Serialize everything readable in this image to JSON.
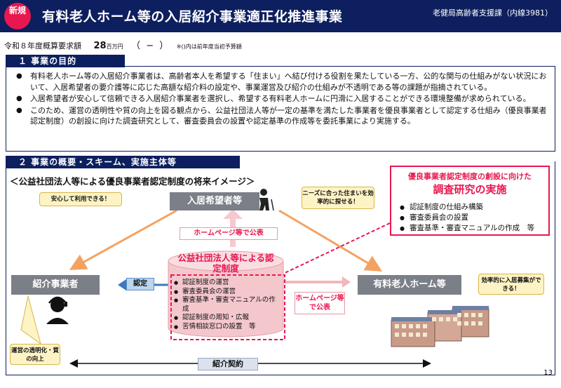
{
  "header": {
    "badge": "新規",
    "title": "有料老人ホーム等の入居紹介事業適正化推進事業",
    "department": "老健局高齢者支援課（内線3981）"
  },
  "budget": {
    "label": "令和８年度概算要求額",
    "amount": "28",
    "unit": "百万円",
    "previous": "（ − ）",
    "note": "※()内は前年度当初予算額"
  },
  "section1": {
    "heading": "１ 事業の目的",
    "bullets": [
      "有料老人ホーム等の入居紹介事業者は、高齢者本人を希望する「住まい」へ結び付ける役割を果たしている一方、公的な関与の仕組みがない状況において、入居希望者の要介護等に応じた高額な紹介料の設定や、事業運営及び紹介の仕組みが不透明である等の課題が指摘されている。",
      "入居希望者が安心して信頼できる入居紹介事業者を選択し、希望する有料老人ホームに円滑に入居することができる環境整備が求められている。",
      "このため、運営の透明性や質の向上を図る観点から、公益社団法人等が一定の基準を満たした事業者を優良事業者として認定する仕組み（優良事業者認定制度）の創設に向けた調査研究として、審査委員会の設置や認定基準の作成等を委託事業により実施する。"
    ]
  },
  "section2": {
    "heading": "２ 事業の概要・スキーム、実施主体等",
    "subtitle": "＜公益社団法人等による優良事業者認定制度の将来イメージ＞",
    "callout_safe": "安心して利用できる！",
    "applicant": "入居希望者等",
    "callout_needs": "ニーズに合った住まいを効率的に探せる！",
    "hp_publish_top": "ホームページ等で公表",
    "cert_title": "公益社団法人等による認定制度",
    "cert_items": [
      "認証制度の運営",
      "審査委員会の運営",
      "審査基準・審査マニュアルの作成",
      "認証制度の周知・広報",
      "苦情相談窓口の設置　等"
    ],
    "broker": "紹介事業者",
    "certify": "認定",
    "hp_publish_right": "ホームページ等で公表",
    "home": "有料老人ホーム等",
    "callout_efficient": "効率的に入居募集ができる！",
    "callout_quality": "運営の透明化・質の向上",
    "contract": "紹介契約",
    "research_line1": "優良事業者認定制度の創設に向けた",
    "research_line2": "調査研究の実施",
    "research_items": [
      "認証制度の仕組み構築",
      "審査委員会の設置",
      "審査基準・審査マニュアルの作成　等"
    ]
  },
  "page_number": "13",
  "colors": {
    "navy": "#0d1f5e",
    "accent_red": "#e8174f",
    "arrow_orange": "#f4a261",
    "gray_box": "#7b7f87"
  }
}
